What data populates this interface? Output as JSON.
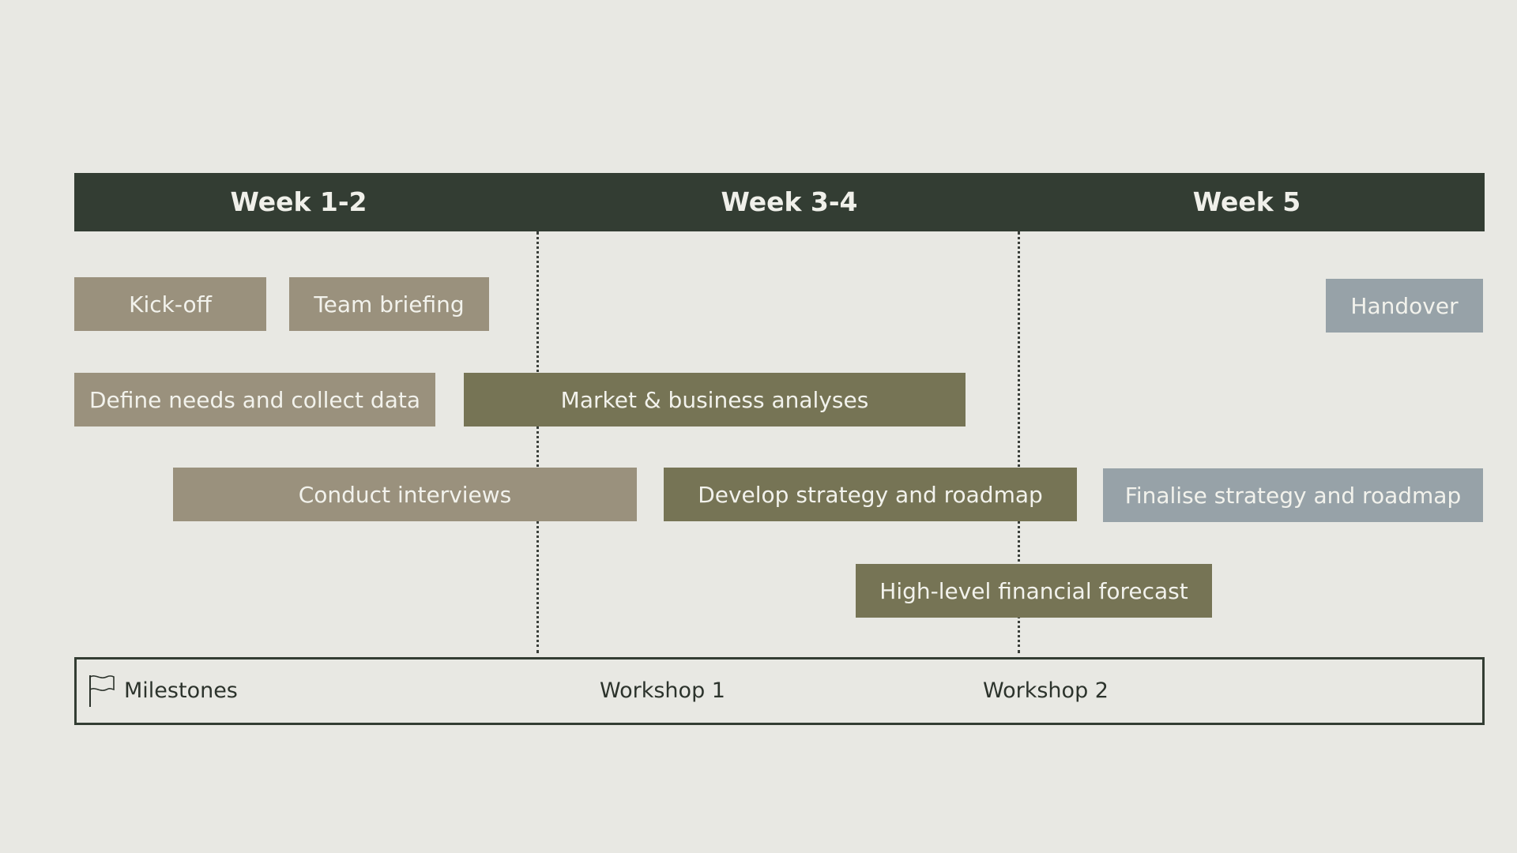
{
  "colors": {
    "background": "#e8e8e3",
    "header": "#333d33",
    "tan": "#9a917d",
    "olive": "#767455",
    "slate": "#97a2a8",
    "divider": "#3a3f3a"
  },
  "weeks": [
    "Week 1-2",
    "Week 3-4",
    "Week 5"
  ],
  "tasks": {
    "kickoff": "Kick-off",
    "team_briefing": "Team briefing",
    "handover": "Handover",
    "define_needs": "Define needs and collect data",
    "market_analyses": "Market & business analyses",
    "conduct_interviews": "Conduct interviews",
    "develop_strategy": "Develop strategy and roadmap",
    "finalise_strategy": "Finalise strategy and roadmap",
    "financial_forecast": "High-level financial forecast"
  },
  "milestones": {
    "icon": "flag-icon",
    "title": "Milestones",
    "items": [
      "Workshop 1",
      "Workshop 2"
    ]
  }
}
